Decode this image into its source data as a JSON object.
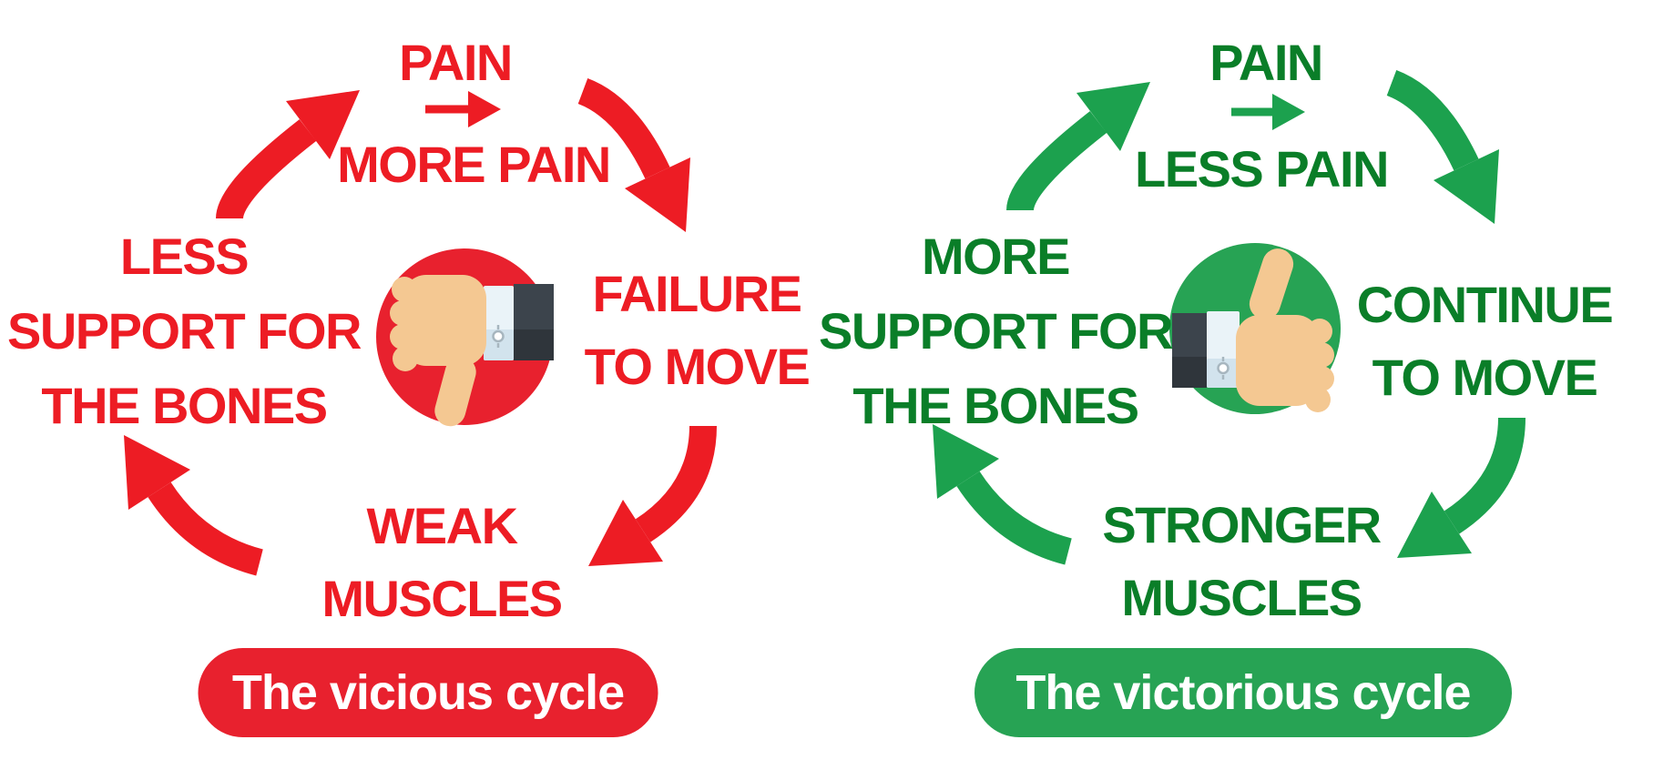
{
  "title": "Pain cycles diagram",
  "colors": {
    "red_text": "#ED1C24",
    "red_shape": "#E8212E",
    "green_text": "#0A7E28",
    "green_arrow": "#1CA14E",
    "green_shape": "#27A354",
    "skin": "#F4C892",
    "cuff": "#EAF3F8",
    "cuff_shade": "#D2E3ED",
    "sleeve": "#3C444C",
    "sleeve_shade": "#2F353B"
  },
  "left_cycle": {
    "theme": "red",
    "top_label": "PAIN",
    "result_label": "MORE PAIN",
    "right_label_line1": "FAILURE",
    "right_label_line2": "TO MOVE",
    "bottom_label_line1": "WEAK",
    "bottom_label_line2": "MUSCLES",
    "left_label_line1": "LESS",
    "left_label_line2": "SUPPORT FOR",
    "left_label_line3": "THE BONES",
    "caption": "The vicious cycle",
    "center_icon": "thumbs-down-icon"
  },
  "right_cycle": {
    "theme": "green",
    "top_label": "PAIN",
    "result_label": "LESS PAIN",
    "right_label_line1": "CONTINUE",
    "right_label_line2": "TO MOVE",
    "bottom_label_line1": "STRONGER",
    "bottom_label_line2": "MUSCLES",
    "left_label_line1": "MORE",
    "left_label_line2": "SUPPORT FOR",
    "left_label_line3": "THE BONES",
    "caption": "The victorious cycle",
    "center_icon": "thumbs-up-icon"
  }
}
